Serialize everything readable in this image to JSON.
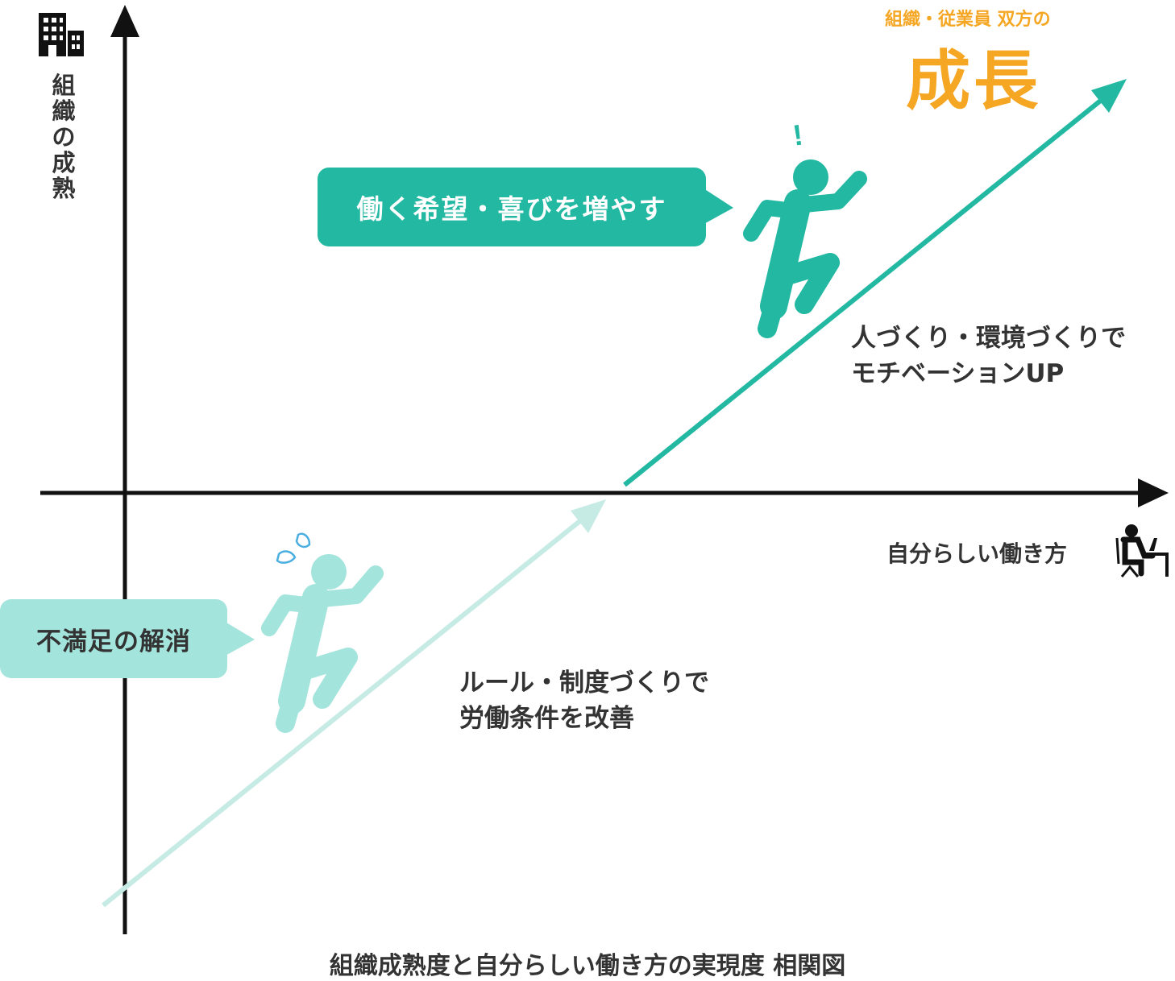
{
  "axes": {
    "y_label": "組織の成熟",
    "x_label": "自分らしい働き方"
  },
  "growth": {
    "caption": "組織・従業員 双方の",
    "word": "成長"
  },
  "upper_stage": {
    "bubble": "働く希望・喜びを増やす",
    "path_line1": "人づくり・環境づくりで",
    "path_line2": "モチベーションUP",
    "exclamation": "!"
  },
  "lower_stage": {
    "bubble": "不満足の解消",
    "path_line1": "ルール・制度づくりで",
    "path_line2": "労働条件を改善"
  },
  "footer": {
    "caption": "組織成熟度と自分らしい働き方の実現度 相関図"
  },
  "colors": {
    "primary_teal": "#22b8a2",
    "light_teal": "#a3e4dc",
    "arrow_light": "#c6ebe5",
    "growth_orange": "#f5a623",
    "sweat_blue": "#4aaee0",
    "axis": "#111111"
  },
  "icons": {
    "top_left": "building-icon",
    "bottom_right": "desk-worker-icon",
    "upper_figure": "running-person-icon",
    "lower_figure": "running-person-icon",
    "sweat": "sweat-drop-icon"
  }
}
